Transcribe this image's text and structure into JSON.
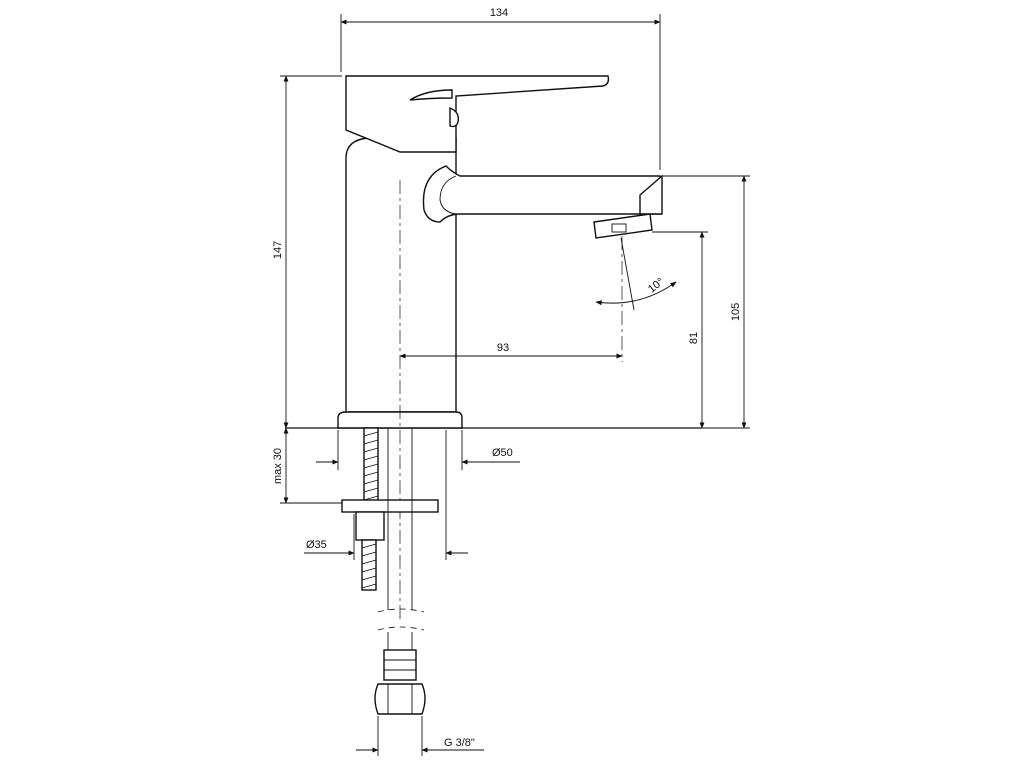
{
  "dimensions": {
    "overall_width": "134",
    "total_height": "147",
    "spout_height": "105",
    "outlet_clearance": "81",
    "spout_reach": "93",
    "spray_angle": "10°",
    "base_diameter": "Ø50",
    "hole_diameter": "Ø35",
    "max_countertop": "max 30",
    "connection_thread": "G 3/8\""
  }
}
